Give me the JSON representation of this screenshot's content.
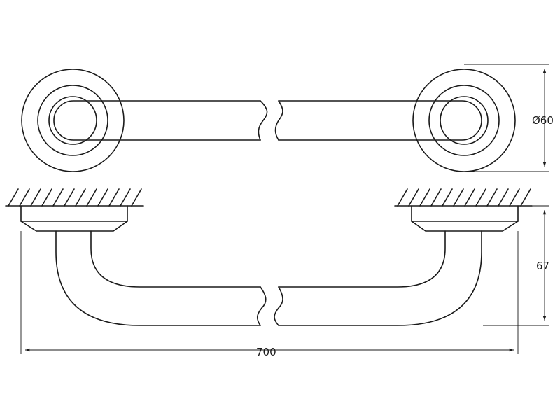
{
  "dimensions": {
    "diameter": "Ø60",
    "projection": "67",
    "length": "700"
  },
  "colors": {
    "stroke": "#1a1a1a",
    "background": "#ffffff"
  }
}
